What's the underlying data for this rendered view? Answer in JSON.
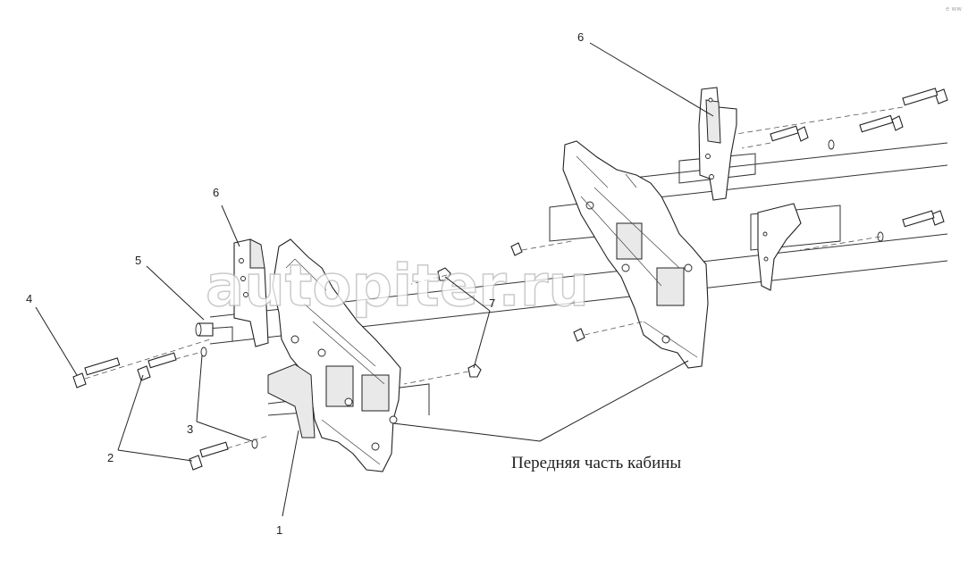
{
  "labels": {
    "callout_1": "1",
    "callout_2": "2",
    "callout_3": "3",
    "callout_4": "4",
    "callout_5": "5",
    "callout_6_left": "6",
    "callout_6_right": "6",
    "callout_7": "7"
  },
  "caption": "Передняя часть кабины",
  "watermark": "autopiter.ru",
  "corner_mark": "e ww"
}
